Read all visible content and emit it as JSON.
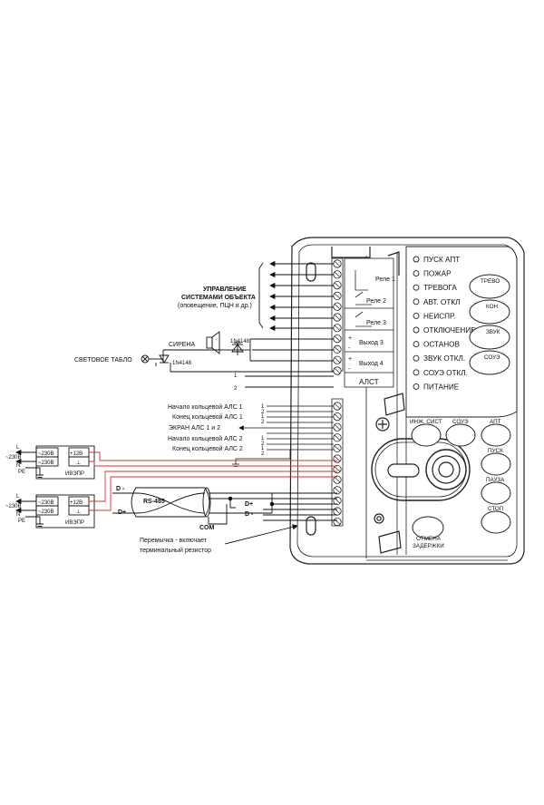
{
  "device": {
    "indicators": [
      "ПУСК АПТ",
      "ПОЖАР",
      "ТРЕВОГА",
      "АВТ. ОТКЛ",
      "НЕИСПР.",
      "ОТКЛЮЧЕНИЕ",
      "ОСТАНОВ",
      "ЗВУК ОТКЛ.",
      "СОУЭ ОТКЛ.",
      "ПИТАНИЕ"
    ],
    "side_buttons": [
      "ТРЕВО",
      "КОН",
      "ЗВУК",
      "СОУЭ"
    ],
    "bottom_buttons": [
      "ИНЖ. СИСТ",
      "СОУЭ",
      "АПТ",
      "ПУСК",
      "ПАУЗА",
      "СТОП"
    ],
    "cancel_delay": [
      "ОТМЕНА",
      "ЗАДЕРЖКИ"
    ],
    "relays": [
      "Реле 1",
      "Реле 2",
      "Реле 3"
    ],
    "outputs": [
      "Выход 3",
      "Выход 4"
    ],
    "alst_label": "АЛСТ"
  },
  "labels": {
    "control": [
      "УПРАВЛЕНИЕ",
      "СИСТЕМАМИ ОБЪЕКТА",
      "(оповещение, ПЦН и др.)"
    ],
    "siren": "СИРЕНА",
    "diode": "1N4148",
    "light_board": "СВЕТОВОЕ ТАБЛО",
    "wire_1": "1",
    "wire_2": "2",
    "als_lines": [
      "Начало кольцевой АЛС 1",
      "Конец кольцевой АЛС 1",
      "ЭКРАН АЛС 1 и 2",
      "Начало кольцевой АЛС 2",
      "Конец кольцевой АЛС 2"
    ],
    "pin_1": "1",
    "pin_2": "2",
    "rs485": "RS-485",
    "d_minus": "D -",
    "d_plus": "D+",
    "d_plus_r": "D+",
    "d_minus_r": "D -",
    "com": "COM",
    "jumper": [
      "Перемычка - включает",
      "терминальный резистор"
    ],
    "psu_in": "~230В",
    "psu_230": "~230В",
    "psu_12": "+12В",
    "psu_name": "ИВЭПР",
    "l": "L",
    "n": "N",
    "pe": "PE",
    "plus": "+",
    "minus": "-",
    "ground": "⊥"
  }
}
